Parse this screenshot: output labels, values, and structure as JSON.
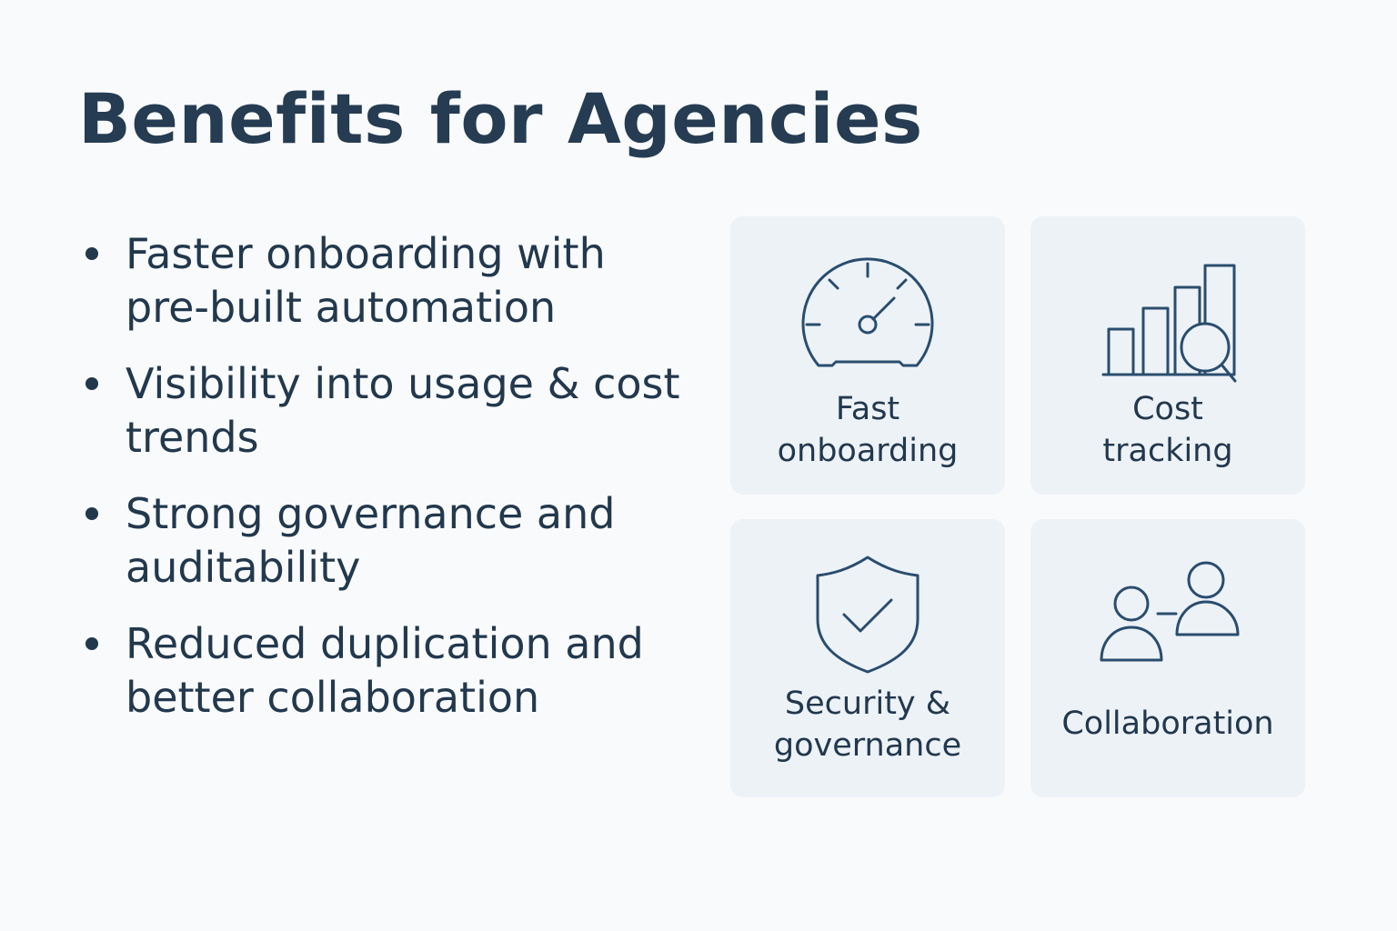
{
  "title": "Benefits for Agencies",
  "bullets": [
    "Faster onboarding with pre-built automation",
    "Visibility into usage & cost trends",
    "Strong governance and auditability",
    "Reduced duplication and better collaboration"
  ],
  "cards": [
    {
      "label": "Fast\nonboarding",
      "icon": "speedometer-icon"
    },
    {
      "label": "Cost\ntracking",
      "icon": "bar-chart-magnifier-icon"
    },
    {
      "label": "Security &\ngovernance",
      "icon": "shield-check-icon"
    },
    {
      "label": "Collaboration",
      "icon": "two-people-icon"
    }
  ],
  "colors": {
    "background": "#f9fafb",
    "card": "#edf2f7",
    "text": "#22384d",
    "icon_stroke": "#2a4d6e"
  }
}
